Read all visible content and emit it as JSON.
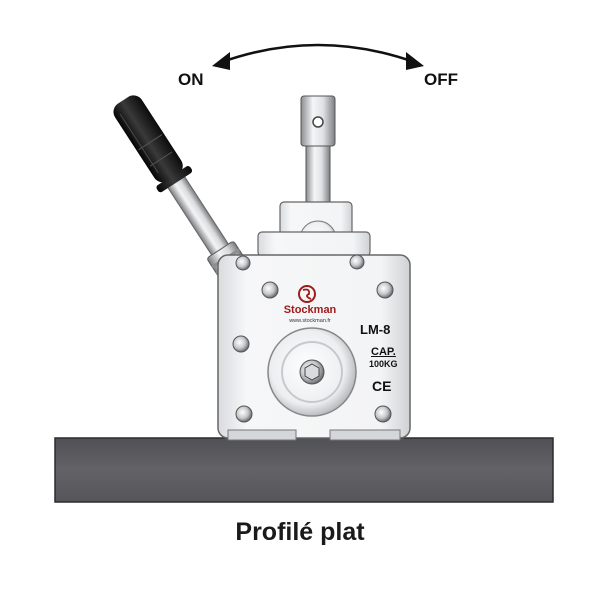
{
  "labels": {
    "on": "ON",
    "off": "OFF",
    "caption": "Profilé plat"
  },
  "product": {
    "brand": "Stockman",
    "url": "www.stockman.fr",
    "model": "LM-8",
    "capacity_label": "CAP.",
    "capacity_value": "100KG",
    "mark": "CE"
  },
  "colors": {
    "brand_red": "#a01c1c",
    "plate": "#5b5b5f",
    "body": "#f1f2f4",
    "handle_grip": "#1b1b1b"
  },
  "icons": {
    "arrow": "double-arrow-curved-icon",
    "logo": "stockman-logo-icon"
  }
}
